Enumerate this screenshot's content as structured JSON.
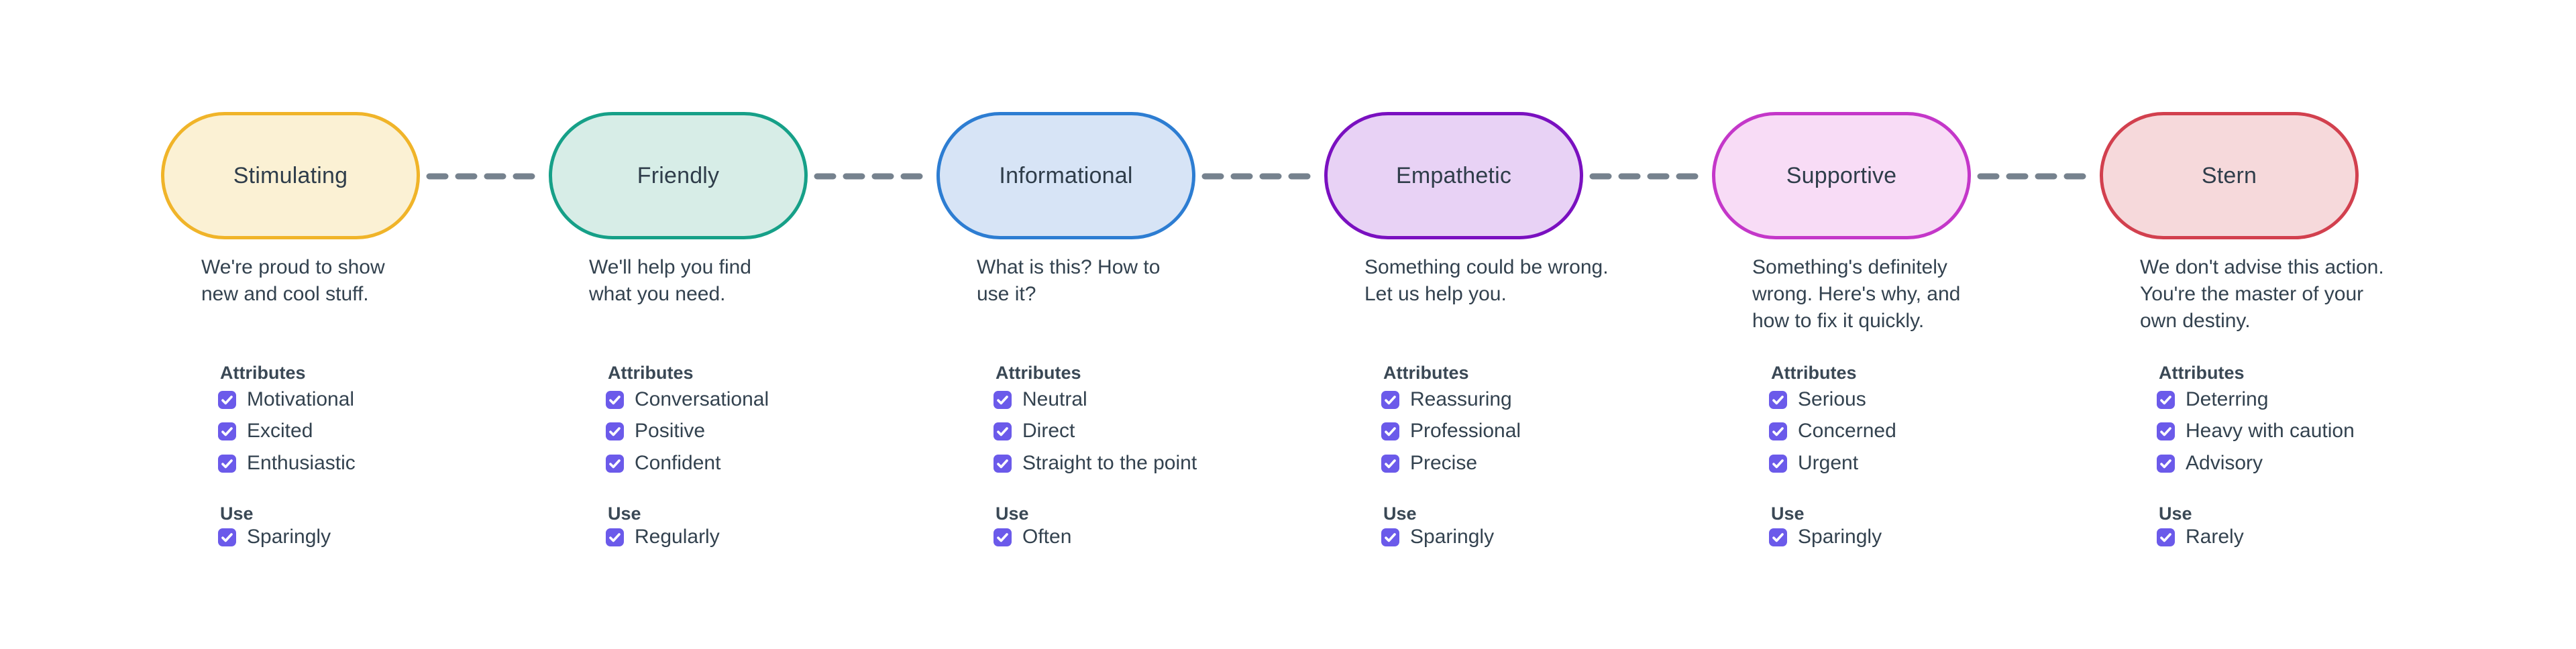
{
  "page": {
    "background": "#ffffff",
    "text_color": "#33424f"
  },
  "connector": {
    "color": "#76828e",
    "style": "dashed"
  },
  "checkbox": {
    "color": "#6b5aea",
    "check_color": "#ffffff",
    "checked": true
  },
  "section_labels": {
    "attributes": "Attributes",
    "use": "Use"
  },
  "nodes": [
    {
      "title": "Stimulating",
      "description": "We're proud to show\nnew and cool stuff.",
      "border_color": "#f0b429",
      "fill_color": "#fbf1d4",
      "attributes": [
        "Motivational",
        "Excited",
        "Enthusiastic"
      ],
      "use": "Sparingly"
    },
    {
      "title": "Friendly",
      "description": "We'll help you find\nwhat you need.",
      "border_color": "#16a088",
      "fill_color": "#d7ede7",
      "attributes": [
        "Conversational",
        "Positive",
        "Confident"
      ],
      "use": "Regularly"
    },
    {
      "title": "Informational",
      "description": "What is this? How to\nuse it?",
      "border_color": "#2d7dd2",
      "fill_color": "#d7e4f6",
      "attributes": [
        "Neutral",
        "Direct",
        "Straight to the point"
      ],
      "use": "Often"
    },
    {
      "title": "Empathetic",
      "description": "Something could be wrong.\nLet us help you.",
      "border_color": "#7a10c0",
      "fill_color": "#e8d2f5",
      "attributes": [
        "Reassuring",
        "Professional",
        "Precise"
      ],
      "use": "Sparingly"
    },
    {
      "title": "Supportive",
      "description": "Something's definitely\nwrong. Here's why, and\nhow to fix it quickly.",
      "border_color": "#c437c9",
      "fill_color": "#f8dcf6",
      "attributes": [
        "Serious",
        "Concerned",
        "Urgent"
      ],
      "use": "Sparingly"
    },
    {
      "title": "Stern",
      "description": "We don't advise this action.\nYou're the master of your\nown destiny.",
      "border_color": "#d2404e",
      "fill_color": "#f6d9db",
      "attributes": [
        "Deterring",
        "Heavy with caution",
        "Advisory"
      ],
      "use": "Rarely"
    }
  ]
}
